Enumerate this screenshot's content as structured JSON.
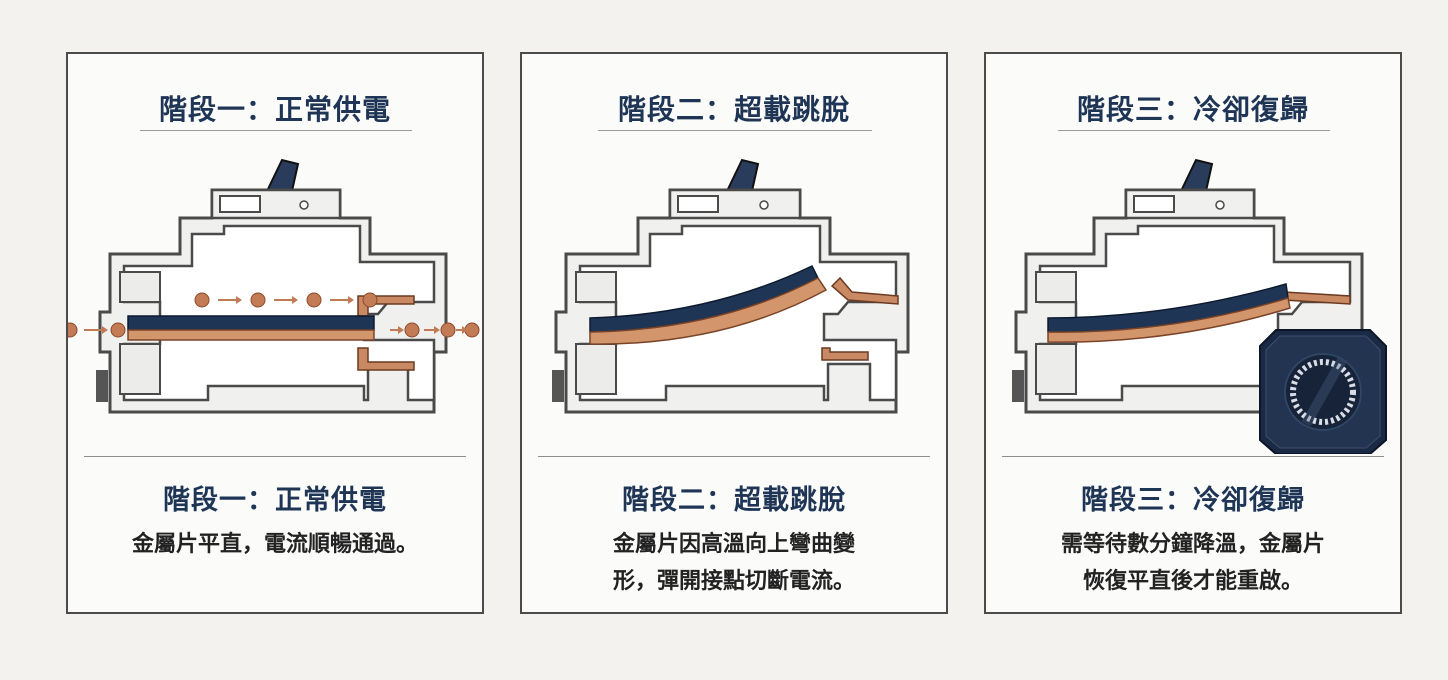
{
  "stages": [
    {
      "top_title": "階段一：正常供電",
      "bottom_title": "階段一：正常供電",
      "desc_lines": [
        "金屬片平直，電流順暢通過。"
      ]
    },
    {
      "top_title": "階段二：超載跳脫",
      "bottom_title": "階段二：超載跳脫",
      "desc_lines": [
        "金屬片因高溫向上彎曲變",
        "形，彈開接點切斷電流。"
      ]
    },
    {
      "top_title": "階段三：冷卻復歸",
      "bottom_title": "階段三：冷卻復歸",
      "desc_lines": [
        "需等待數分鐘降溫，金屬片",
        "恢復平直後才能重啟。"
      ]
    }
  ],
  "colors": {
    "navy": "#1f3556",
    "copper": "#c98a63",
    "housing": "#f0f0ee",
    "outline": "#4a4a4a",
    "panel_bg": "#fbfbfa"
  },
  "icons": [
    "current-dot-icon",
    "arrow-right-icon",
    "timer-icon"
  ]
}
